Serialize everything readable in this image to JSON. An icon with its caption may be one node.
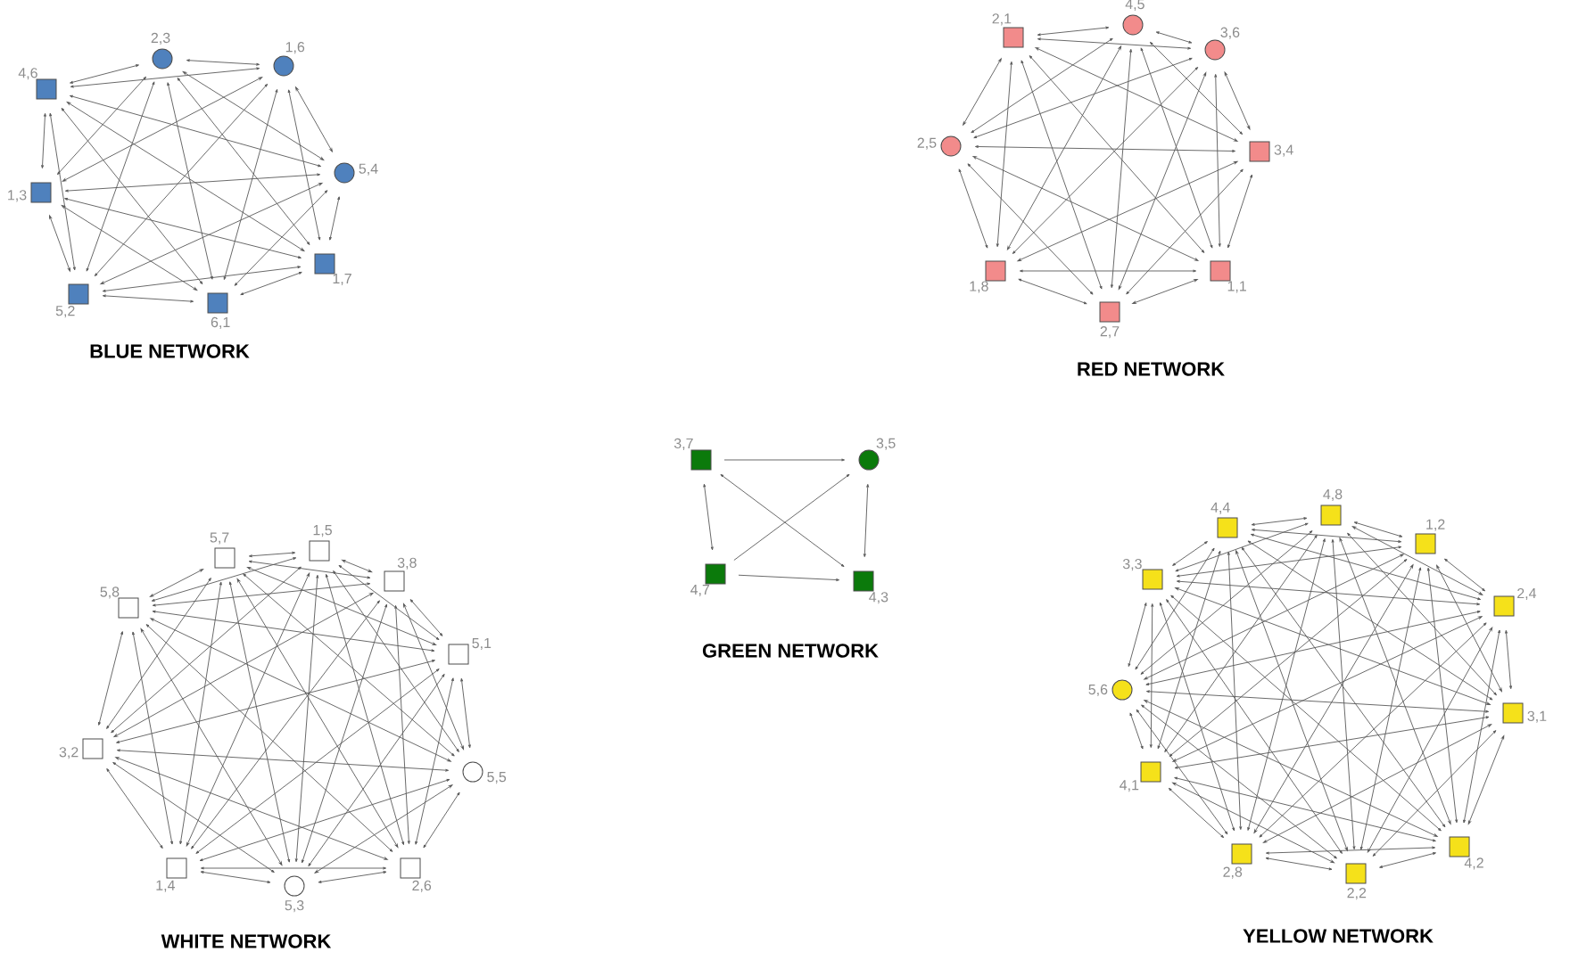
{
  "diagram": {
    "nodes": [
      {
        "text": [],
        "shape": "circle",
        "beside": [
          "2,3"
        ]
      },
      {
        "text": [],
        "shape": "circle",
        "beside": [
          "1,6"
        ]
      },
      {
        "text": [],
        "shape": "box",
        "beside": [
          "4,6"
        ]
      },
      {
        "text": [],
        "shape": "circle",
        "beside": [
          "5,4"
        ]
      },
      {
        "text": [],
        "shape": "box",
        "beside": [
          "1,3"
        ]
      },
      {
        "text": [],
        "shape": "box",
        "beside": [
          "1,7"
        ]
      },
      {
        "text": [],
        "shape": "box",
        "beside": [
          "5,2"
        ]
      },
      {
        "text": [],
        "shape": "box",
        "beside": [
          "6,1"
        ]
      },
      {
        "text": [],
        "shape": "box",
        "beside": [
          "2,1"
        ]
      },
      {
        "text": [],
        "shape": "circle",
        "beside": [
          "4,5"
        ]
      },
      {
        "text": [],
        "shape": "circle",
        "beside": [
          "3,6"
        ]
      },
      {
        "text": [],
        "shape": "circle",
        "beside": [
          "2,5"
        ]
      },
      {
        "text": [],
        "shape": "box",
        "beside": [
          "3,4"
        ]
      },
      {
        "text": [],
        "shape": "box",
        "beside": [
          "1,8"
        ]
      },
      {
        "text": [],
        "shape": "box",
        "beside": [
          "1,1"
        ]
      },
      {
        "text": [],
        "shape": "box",
        "beside": [
          "2,7"
        ]
      },
      {
        "text": [],
        "shape": "box",
        "beside": [
          "3,7"
        ]
      },
      {
        "text": [],
        "shape": "circle",
        "beside": [
          "3,5"
        ]
      },
      {
        "text": [],
        "shape": "box",
        "beside": [
          "4,7"
        ]
      },
      {
        "text": [],
        "shape": "box",
        "beside": [
          "4,3"
        ]
      },
      {
        "text": [],
        "shape": "box",
        "beside": [
          "5,7"
        ]
      },
      {
        "text": [],
        "shape": "box",
        "beside": [
          "1,5"
        ]
      },
      {
        "text": [],
        "shape": "box",
        "beside": [
          "3,8"
        ]
      },
      {
        "text": [],
        "shape": "box",
        "beside": [
          "5,8"
        ]
      },
      {
        "text": [],
        "shape": "box",
        "beside": [
          "5,1"
        ]
      },
      {
        "text": [],
        "shape": "box",
        "beside": [
          "3,2"
        ]
      },
      {
        "text": [],
        "shape": "circle",
        "beside": [
          "5,5"
        ]
      },
      {
        "text": [],
        "shape": "box",
        "beside": [
          "1,4"
        ]
      },
      {
        "text": [],
        "shape": "circle",
        "beside": [
          "5,3"
        ]
      },
      {
        "text": [],
        "shape": "box",
        "beside": [
          "2,6"
        ]
      },
      {
        "text": [],
        "shape": "box",
        "beside": [
          "4,4"
        ]
      },
      {
        "text": [],
        "shape": "box",
        "beside": [
          "4,8"
        ]
      },
      {
        "text": [],
        "shape": "box",
        "beside": [
          "1,2"
        ]
      },
      {
        "text": [],
        "shape": "box",
        "beside": [
          "3,3"
        ]
      },
      {
        "text": [],
        "shape": "box",
        "beside": [
          "2,4"
        ]
      },
      {
        "text": [],
        "shape": "circle",
        "beside": [
          "5,6"
        ]
      },
      {
        "text": [],
        "shape": "box",
        "beside": [
          "3,1"
        ]
      },
      {
        "text": [],
        "shape": "box",
        "beside": [
          "4,1"
        ]
      },
      {
        "text": [],
        "shape": "box",
        "beside": [
          "4,2"
        ]
      },
      {
        "text": [],
        "shape": "box",
        "beside": [
          "2,8"
        ]
      },
      {
        "text": [],
        "shape": "box",
        "beside": [
          "2,2"
        ]
      }
    ],
    "edges": [
      {
        "from": 0,
        "to": 1,
        "arrow": "both"
      },
      {
        "from": 0,
        "to": 2,
        "arrow": "both"
      },
      {
        "from": 0,
        "to": 3,
        "arrow": "both"
      },
      {
        "from": 0,
        "to": 4,
        "arrow": "both"
      },
      {
        "from": 0,
        "to": 5,
        "arrow": "both"
      },
      {
        "from": 0,
        "to": 6,
        "arrow": "both"
      },
      {
        "from": 0,
        "to": 7,
        "arrow": "both"
      },
      {
        "from": 1,
        "to": 2,
        "arrow": "both"
      },
      {
        "from": 1,
        "to": 3,
        "arrow": "both"
      },
      {
        "from": 1,
        "to": 4,
        "arrow": "both"
      },
      {
        "from": 1,
        "to": 5,
        "arrow": "both"
      },
      {
        "from": 1,
        "to": 6,
        "arrow": "both"
      },
      {
        "from": 1,
        "to": 7,
        "arrow": "both"
      },
      {
        "from": 2,
        "to": 3,
        "arrow": "both"
      },
      {
        "from": 2,
        "to": 4,
        "arrow": "both"
      },
      {
        "from": 2,
        "to": 5,
        "arrow": "both"
      },
      {
        "from": 2,
        "to": 6,
        "arrow": "both"
      },
      {
        "from": 2,
        "to": 7,
        "arrow": "both"
      },
      {
        "from": 3,
        "to": 4,
        "arrow": "both"
      },
      {
        "from": 3,
        "to": 5,
        "arrow": "both"
      },
      {
        "from": 3,
        "to": 6,
        "arrow": "both"
      },
      {
        "from": 3,
        "to": 7,
        "arrow": "both"
      },
      {
        "from": 4,
        "to": 5,
        "arrow": "both"
      },
      {
        "from": 4,
        "to": 6,
        "arrow": "both"
      },
      {
        "from": 4,
        "to": 7,
        "arrow": "both"
      },
      {
        "from": 5,
        "to": 6,
        "arrow": "both"
      },
      {
        "from": 5,
        "to": 7,
        "arrow": "both"
      },
      {
        "from": 6,
        "to": 7,
        "arrow": "both"
      },
      {
        "from": 8,
        "to": 9,
        "arrow": "both"
      },
      {
        "from": 8,
        "to": 10,
        "arrow": "both"
      },
      {
        "from": 8,
        "to": 11,
        "arrow": "both"
      },
      {
        "from": 8,
        "to": 12,
        "arrow": "both"
      },
      {
        "from": 8,
        "to": 13,
        "arrow": "both"
      },
      {
        "from": 8,
        "to": 14,
        "arrow": "both"
      },
      {
        "from": 8,
        "to": 15,
        "arrow": "both"
      },
      {
        "from": 9,
        "to": 10,
        "arrow": "both"
      },
      {
        "from": 9,
        "to": 11,
        "arrow": "both"
      },
      {
        "from": 9,
        "to": 12,
        "arrow": "both"
      },
      {
        "from": 9,
        "to": 13,
        "arrow": "both"
      },
      {
        "from": 9,
        "to": 14,
        "arrow": "both"
      },
      {
        "from": 9,
        "to": 15,
        "arrow": "both"
      },
      {
        "from": 10,
        "to": 11,
        "arrow": "both"
      },
      {
        "from": 10,
        "to": 12,
        "arrow": "both"
      },
      {
        "from": 10,
        "to": 13,
        "arrow": "both"
      },
      {
        "from": 10,
        "to": 14,
        "arrow": "both"
      },
      {
        "from": 10,
        "to": 15,
        "arrow": "both"
      },
      {
        "from": 11,
        "to": 12,
        "arrow": "both"
      },
      {
        "from": 11,
        "to": 13,
        "arrow": "both"
      },
      {
        "from": 11,
        "to": 14,
        "arrow": "both"
      },
      {
        "from": 11,
        "to": 15,
        "arrow": "both"
      },
      {
        "from": 12,
        "to": 13,
        "arrow": "both"
      },
      {
        "from": 12,
        "to": 14,
        "arrow": "both"
      },
      {
        "from": 12,
        "to": 15,
        "arrow": "both"
      },
      {
        "from": 13,
        "to": 14,
        "arrow": "both"
      },
      {
        "from": 13,
        "to": 15,
        "arrow": "both"
      },
      {
        "from": 14,
        "to": 15,
        "arrow": "both"
      },
      {
        "from": 16,
        "to": 17,
        "arrow": "to"
      },
      {
        "from": 16,
        "to": 18,
        "arrow": "both"
      },
      {
        "from": 16,
        "to": 19,
        "arrow": "both"
      },
      {
        "from": 18,
        "to": 17,
        "arrow": "to"
      },
      {
        "from": 18,
        "to": 19,
        "arrow": "to"
      },
      {
        "from": 17,
        "to": 19,
        "arrow": "both"
      },
      {
        "from": 20,
        "to": 21,
        "arrow": "both"
      },
      {
        "from": 20,
        "to": 22,
        "arrow": "both"
      },
      {
        "from": 20,
        "to": 23,
        "arrow": "both"
      },
      {
        "from": 20,
        "to": 24,
        "arrow": "both"
      },
      {
        "from": 20,
        "to": 25,
        "arrow": "both"
      },
      {
        "from": 20,
        "to": 26,
        "arrow": "both"
      },
      {
        "from": 20,
        "to": 27,
        "arrow": "both"
      },
      {
        "from": 20,
        "to": 28,
        "arrow": "both"
      },
      {
        "from": 20,
        "to": 29,
        "arrow": "both"
      },
      {
        "from": 21,
        "to": 22,
        "arrow": "both"
      },
      {
        "from": 21,
        "to": 23,
        "arrow": "both"
      },
      {
        "from": 21,
        "to": 24,
        "arrow": "both"
      },
      {
        "from": 21,
        "to": 25,
        "arrow": "both"
      },
      {
        "from": 21,
        "to": 26,
        "arrow": "both"
      },
      {
        "from": 21,
        "to": 27,
        "arrow": "both"
      },
      {
        "from": 21,
        "to": 28,
        "arrow": "both"
      },
      {
        "from": 21,
        "to": 29,
        "arrow": "both"
      },
      {
        "from": 22,
        "to": 23,
        "arrow": "both"
      },
      {
        "from": 22,
        "to": 24,
        "arrow": "both"
      },
      {
        "from": 22,
        "to": 25,
        "arrow": "both"
      },
      {
        "from": 22,
        "to": 26,
        "arrow": "both"
      },
      {
        "from": 22,
        "to": 27,
        "arrow": "both"
      },
      {
        "from": 22,
        "to": 28,
        "arrow": "both"
      },
      {
        "from": 22,
        "to": 29,
        "arrow": "both"
      },
      {
        "from": 23,
        "to": 24,
        "arrow": "both"
      },
      {
        "from": 23,
        "to": 25,
        "arrow": "both"
      },
      {
        "from": 23,
        "to": 26,
        "arrow": "both"
      },
      {
        "from": 23,
        "to": 27,
        "arrow": "both"
      },
      {
        "from": 23,
        "to": 28,
        "arrow": "both"
      },
      {
        "from": 23,
        "to": 29,
        "arrow": "both"
      },
      {
        "from": 24,
        "to": 25,
        "arrow": "both"
      },
      {
        "from": 24,
        "to": 26,
        "arrow": "both"
      },
      {
        "from": 24,
        "to": 27,
        "arrow": "both"
      },
      {
        "from": 24,
        "to": 28,
        "arrow": "both"
      },
      {
        "from": 24,
        "to": 29,
        "arrow": "both"
      },
      {
        "from": 25,
        "to": 26,
        "arrow": "both"
      },
      {
        "from": 25,
        "to": 27,
        "arrow": "both"
      },
      {
        "from": 25,
        "to": 28,
        "arrow": "both"
      },
      {
        "from": 25,
        "to": 29,
        "arrow": "both"
      },
      {
        "from": 26,
        "to": 27,
        "arrow": "both"
      },
      {
        "from": 26,
        "to": 28,
        "arrow": "both"
      },
      {
        "from": 26,
        "to": 29,
        "arrow": "both"
      },
      {
        "from": 27,
        "to": 28,
        "arrow": "both"
      },
      {
        "from": 27,
        "to": 29,
        "arrow": "both"
      },
      {
        "from": 28,
        "to": 29,
        "arrow": "both"
      },
      {
        "from": 30,
        "to": 31,
        "arrow": "both"
      },
      {
        "from": 30,
        "to": 32,
        "arrow": "both"
      },
      {
        "from": 30,
        "to": 33,
        "arrow": "both"
      },
      {
        "from": 30,
        "to": 34,
        "arrow": "both"
      },
      {
        "from": 30,
        "to": 35,
        "arrow": "both"
      },
      {
        "from": 30,
        "to": 36,
        "arrow": "both"
      },
      {
        "from": 30,
        "to": 37,
        "arrow": "both"
      },
      {
        "from": 30,
        "to": 38,
        "arrow": "both"
      },
      {
        "from": 30,
        "to": 39,
        "arrow": "both"
      },
      {
        "from": 30,
        "to": 40,
        "arrow": "both"
      },
      {
        "from": 31,
        "to": 32,
        "arrow": "both"
      },
      {
        "from": 31,
        "to": 33,
        "arrow": "both"
      },
      {
        "from": 31,
        "to": 34,
        "arrow": "both"
      },
      {
        "from": 31,
        "to": 35,
        "arrow": "both"
      },
      {
        "from": 31,
        "to": 36,
        "arrow": "both"
      },
      {
        "from": 31,
        "to": 37,
        "arrow": "both"
      },
      {
        "from": 31,
        "to": 38,
        "arrow": "both"
      },
      {
        "from": 31,
        "to": 39,
        "arrow": "both"
      },
      {
        "from": 31,
        "to": 40,
        "arrow": "both"
      },
      {
        "from": 32,
        "to": 33,
        "arrow": "both"
      },
      {
        "from": 32,
        "to": 34,
        "arrow": "both"
      },
      {
        "from": 32,
        "to": 35,
        "arrow": "both"
      },
      {
        "from": 32,
        "to": 36,
        "arrow": "both"
      },
      {
        "from": 32,
        "to": 37,
        "arrow": "both"
      },
      {
        "from": 32,
        "to": 38,
        "arrow": "both"
      },
      {
        "from": 32,
        "to": 39,
        "arrow": "both"
      },
      {
        "from": 32,
        "to": 40,
        "arrow": "both"
      },
      {
        "from": 33,
        "to": 34,
        "arrow": "both"
      },
      {
        "from": 33,
        "to": 35,
        "arrow": "both"
      },
      {
        "from": 33,
        "to": 36,
        "arrow": "both"
      },
      {
        "from": 33,
        "to": 37,
        "arrow": "both"
      },
      {
        "from": 33,
        "to": 38,
        "arrow": "both"
      },
      {
        "from": 33,
        "to": 39,
        "arrow": "both"
      },
      {
        "from": 33,
        "to": 40,
        "arrow": "both"
      },
      {
        "from": 34,
        "to": 35,
        "arrow": "both"
      },
      {
        "from": 34,
        "to": 36,
        "arrow": "both"
      },
      {
        "from": 34,
        "to": 37,
        "arrow": "both"
      },
      {
        "from": 34,
        "to": 38,
        "arrow": "both"
      },
      {
        "from": 34,
        "to": 39,
        "arrow": "both"
      },
      {
        "from": 34,
        "to": 40,
        "arrow": "both"
      },
      {
        "from": 35,
        "to": 36,
        "arrow": "both"
      },
      {
        "from": 35,
        "to": 37,
        "arrow": "both"
      },
      {
        "from": 35,
        "to": 38,
        "arrow": "both"
      },
      {
        "from": 35,
        "to": 39,
        "arrow": "both"
      },
      {
        "from": 35,
        "to": 40,
        "arrow": "both"
      },
      {
        "from": 36,
        "to": 37,
        "arrow": "both"
      },
      {
        "from": 36,
        "to": 38,
        "arrow": "both"
      },
      {
        "from": 36,
        "to": 39,
        "arrow": "both"
      },
      {
        "from": 36,
        "to": 40,
        "arrow": "both"
      },
      {
        "from": 37,
        "to": 38,
        "arrow": "both"
      },
      {
        "from": 37,
        "to": 39,
        "arrow": "both"
      },
      {
        "from": 37,
        "to": 40,
        "arrow": "both"
      },
      {
        "from": 38,
        "to": 39,
        "arrow": "both"
      },
      {
        "from": 38,
        "to": 40,
        "arrow": "both"
      },
      {
        "from": 39,
        "to": 40,
        "arrow": "both"
      }
    ],
    "labels": [
      "BLUE NETWORK",
      "RED NETWORK",
      "GREEN NETWORK",
      "WHITE NETWORK",
      "YELLOW NETWORK"
    ]
  }
}
